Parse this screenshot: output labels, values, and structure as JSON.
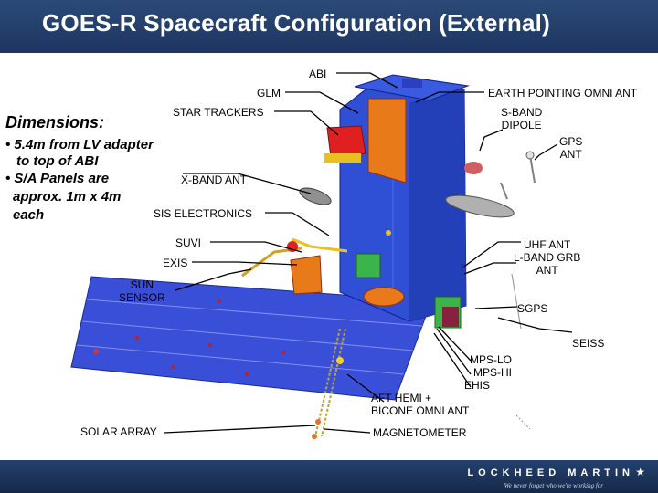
{
  "title": "GOES-R Spacecraft Configuration (External)",
  "dimensions": {
    "heading": "Dimensions:",
    "lines": [
      "• 5.4m from LV adapter",
      "to top of ABI",
      "• S/A Panels are",
      "approx. 1m x 4m",
      "each"
    ]
  },
  "labels": {
    "abi": "ABI",
    "glm": "GLM",
    "earth_omni": "EARTH  POINTING OMNI ANT",
    "star_trackers": "STAR TRACKERS",
    "s_band_1": "S-BAND",
    "s_band_2": "DIPOLE",
    "gps_1": "GPS",
    "gps_2": "ANT",
    "x_band": "X-BAND ANT",
    "sis": "SIS ELECTRONICS",
    "suvi": "SUVI",
    "exis": "EXIS",
    "sun_sensor_1": "SUN",
    "sun_sensor_2": "SENSOR",
    "uhf_1": "UHF ANT",
    "uhf_2": "L-BAND GRB",
    "uhf_3": "ANT",
    "sgps": "SGPS",
    "seiss": "SEISS",
    "mps_lo": "MPS-LO",
    "mps_hi": "MPS-HI",
    "ehis": "EHIS",
    "aft_hemi_1": "AFT HEMI +",
    "aft_hemi_2": "BICONE OMNI ANT",
    "solar_array": "SOLAR ARRAY",
    "magnetometer": "MAGNETOMETER"
  },
  "footer": {
    "logo": "LOCKHEED MARTIN",
    "tagline": "We never forget who we're working for"
  },
  "colors": {
    "title_bar": "#1d3560",
    "bus_blue": "#2f4fd4",
    "solar_panel": "#3a4fd8",
    "instrument_red": "#e02020",
    "instrument_orange": "#e87a1a",
    "instrument_green": "#3bb54a"
  }
}
